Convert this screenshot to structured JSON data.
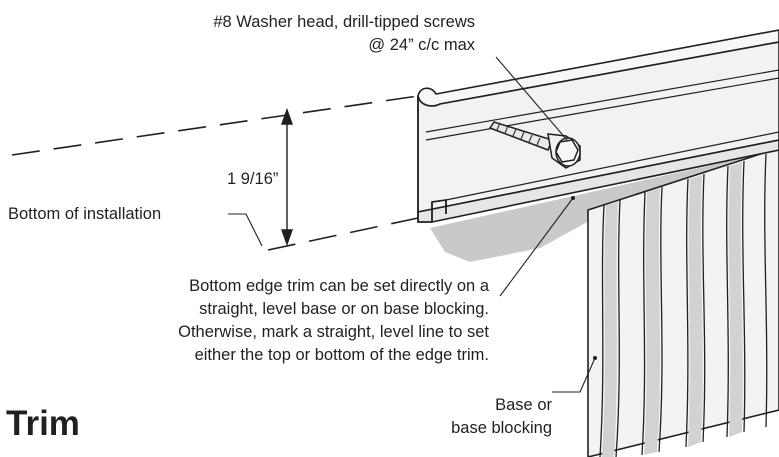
{
  "labels": {
    "screw_line1": "#8 Washer head, drill-tipped screws",
    "screw_line2": "@ 24” c/c max",
    "dimension": "1 9/16”",
    "bottom_of_installation": "Bottom of installation",
    "note_line1": "Bottom edge trim can be set directly on a",
    "note_line2": "straight, level base or on base blocking.",
    "note_line3": "Otherwise, mark a straight, level line to set",
    "note_line4": "either the top or bottom of the edge trim.",
    "base_line1": "Base or",
    "base_line2": "base blocking",
    "heading": "Trim"
  },
  "colors": {
    "ink": "#231f20",
    "shadow": "#c6c6c6",
    "panel_face": "#f4f4f4",
    "panel_shade": "#cfcfcf",
    "trim_face": "#f7f7f7"
  }
}
